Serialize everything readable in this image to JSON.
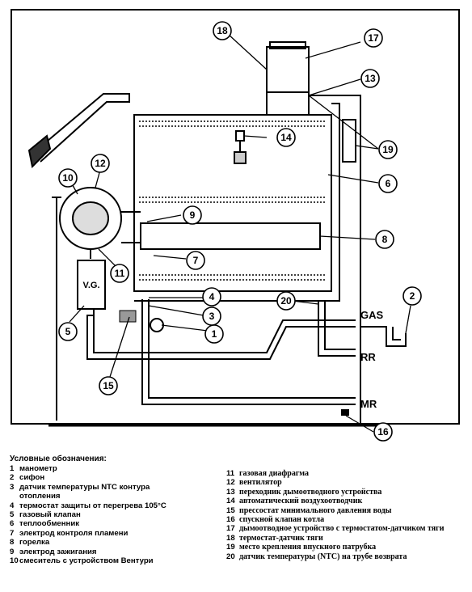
{
  "diagram": {
    "labels": {
      "vg": "V.G.",
      "gas": "GAS",
      "rr": "RR",
      "mr": "MR"
    },
    "callouts": [
      "1",
      "2",
      "3",
      "4",
      "5",
      "6",
      "7",
      "8",
      "9",
      "10",
      "11",
      "12",
      "13",
      "14",
      "15",
      "16",
      "17",
      "18",
      "19",
      "20"
    ]
  },
  "legend": {
    "title": "Условные обозначения:",
    "items": [
      {
        "n": "1",
        "t": "манометр"
      },
      {
        "n": "2",
        "t": "сифон"
      },
      {
        "n": "3",
        "t": "датчик температуры NTC контура\nотопления"
      },
      {
        "n": "4",
        "t": "термостат защиты от перегрева 105°C"
      },
      {
        "n": "5",
        "t": "газовый клапан"
      },
      {
        "n": "6",
        "t": "теплообменник"
      },
      {
        "n": "7",
        "t": "электрод контроля пламени"
      },
      {
        "n": "8",
        "t": "горелка"
      },
      {
        "n": "9",
        "t": "электрод зажигания"
      },
      {
        "n": "10",
        "t": "смеситель с устройством Вентури"
      },
      {
        "n": "11",
        "t": "газовая диафрагма"
      },
      {
        "n": "12",
        "t": "вентилятор"
      },
      {
        "n": "13",
        "t": "переходник дымоотводного устройства"
      },
      {
        "n": "14",
        "t": "автоматический воздухоотводчик"
      },
      {
        "n": "15",
        "t": "прессостат минимального давления воды"
      },
      {
        "n": "16",
        "t": "спускной клапан котла"
      },
      {
        "n": "17",
        "t": "дымоотводное устройство с термостатом-датчиком тяги"
      },
      {
        "n": "18",
        "t": "термостат-датчик тяги"
      },
      {
        "n": "19",
        "t": "место крепления впускного патрубка"
      },
      {
        "n": "20",
        "t": "датчик температуры (NTC) на трубе возврата"
      }
    ]
  }
}
